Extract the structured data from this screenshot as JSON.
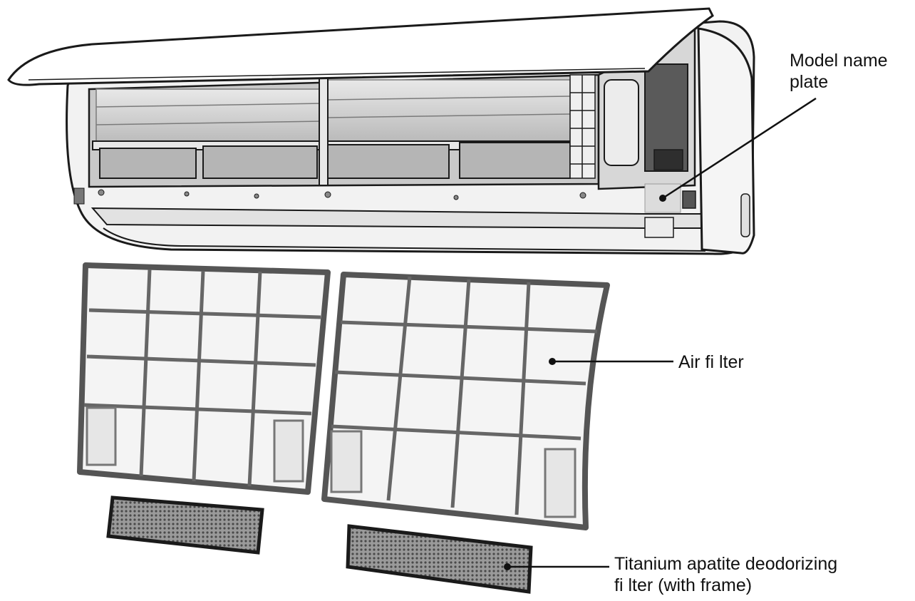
{
  "labels": {
    "model_plate": [
      "Model name",
      "plate"
    ],
    "air_filter": "Air fi lter",
    "deodorizing_filter": [
      "Titanium apatite deodorizing",
      "fi lter (with frame)"
    ]
  },
  "colors": {
    "outline": "#1a1a1a",
    "body": "#f4f4f4",
    "body_shadow": "#d6d6d6",
    "interior": "#bdbdbd",
    "filter_frame": "#6a6a6a",
    "mesh": "#8a8a8a"
  }
}
